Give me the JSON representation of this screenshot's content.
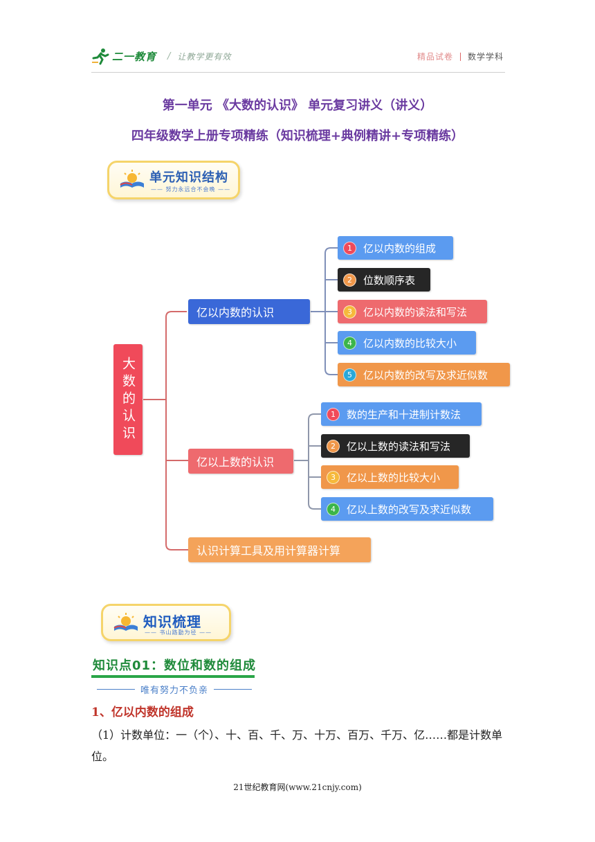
{
  "header": {
    "logo_name": "二一教育",
    "separator": "/",
    "slogan": "让教学更有效",
    "right_label_1": "精品试卷",
    "right_label_2": "数学学科"
  },
  "title": {
    "line1": "第一单元 《大数的认识》 单元复习讲义（讲义）",
    "line2": "四年级数学上册专项精练（知识梳理+典例精讲+专项精练）"
  },
  "banner_structure": {
    "title": "单元知识结构",
    "subtitle": "—— 努力永远合不会晚 ——"
  },
  "mindmap": {
    "root": "大数的认识",
    "branch1": {
      "label": "亿以内数的认识",
      "leaves": [
        {
          "num": "1",
          "label": "亿以内数的组成"
        },
        {
          "num": "2",
          "label": "位数顺序表"
        },
        {
          "num": "3",
          "label": "亿以内数的读法和写法"
        },
        {
          "num": "4",
          "label": "亿以内数的比较大小"
        },
        {
          "num": "5",
          "label": "亿以内数的改写及求近似数"
        }
      ]
    },
    "branch2": {
      "label": "亿以上数的认识",
      "leaves": [
        {
          "num": "1",
          "label": "数的生产和十进制计数法"
        },
        {
          "num": "2",
          "label": "亿以上数的读法和写法"
        },
        {
          "num": "3",
          "label": "亿以上数的比较大小"
        },
        {
          "num": "4",
          "label": "亿以上数的改写及求近似数"
        }
      ]
    },
    "branch3": {
      "label": "认识计算工具及用计算器计算"
    }
  },
  "banner_knowledge": {
    "title": "知识梳理",
    "subtitle": "—— 书山路勤为径 ——"
  },
  "knowledge_point": {
    "title": "知识点01：数位和数的组成",
    "motto": "唯有努力不负亲"
  },
  "section": {
    "heading": "1、亿以内数的组成",
    "paragraph": "（1）计数单位：一（个）、十、百、千、万、十万、百万、千万、亿……都是计数单位。"
  },
  "footer": {
    "text": "21世纪教育网(www.21cnjy.com)"
  },
  "colors": {
    "title_purple": "#6a3aa0",
    "root_red": "#f04a5a",
    "branch1_blue": "#3a68d8",
    "branch2_salmon": "#ee6a6e",
    "branch3_orange": "#f4a35a",
    "leaf_blue": "#5b9bf0",
    "leaf_black": "#262626",
    "leaf_salmon": "#ee6a6e",
    "leaf_orange": "#f0974a",
    "kp_green": "#1f8a3a"
  }
}
